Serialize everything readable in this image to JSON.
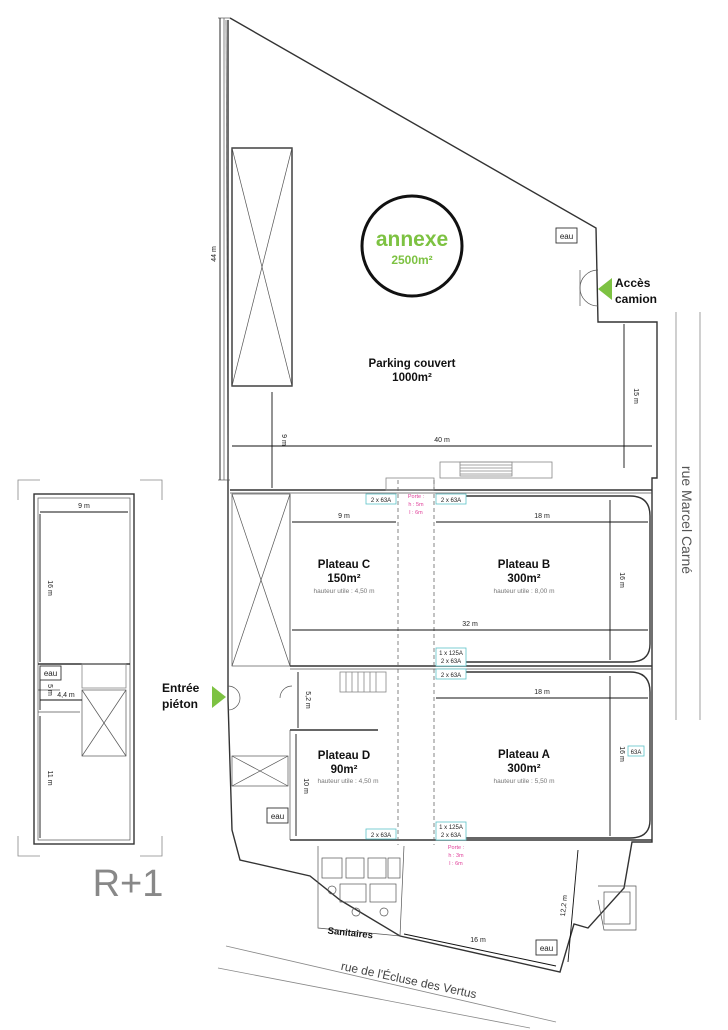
{
  "annexe": {
    "title": "annexe",
    "area": "2500m²"
  },
  "parking": {
    "name": "Parking couvert",
    "area": "1000m²"
  },
  "plateaux": {
    "a": {
      "name": "Plateau A",
      "area": "300m²",
      "height": "hauteur utile : 5,50 m"
    },
    "b": {
      "name": "Plateau B",
      "area": "300m²",
      "height": "hauteur utile : 8,00 m"
    },
    "c": {
      "name": "Plateau C",
      "area": "150m²",
      "height": "hauteur utile : 4,50 m"
    },
    "d": {
      "name": "Plateau D",
      "area": "90m²",
      "height": "hauteur utile : 4,50 m"
    }
  },
  "access": {
    "truck_line1": "Accès",
    "truck_line2": "camion",
    "pedestrian_line1": "Entrée",
    "pedestrian_line2": "piéton"
  },
  "streets": {
    "east": "rue Marcel Carné",
    "south": "rue de l'Écluse des Vertus"
  },
  "rooms": {
    "sanitaires": "Sanitaires",
    "eau": "eau"
  },
  "level": "R+1",
  "dimensions": {
    "d44": "44 m",
    "d40": "40 m",
    "d15": "15 m",
    "d9a": "9 m",
    "d9b": "9 m",
    "d18a": "18 m",
    "d16a": "16 m",
    "d32": "32 m",
    "d18b": "18 m",
    "d16b": "16 m",
    "d52": "5,2 m",
    "d10": "10 m",
    "d122": "12,2 m",
    "d16c": "16 m",
    "r1_9": "9 m",
    "r1_16": "16 m",
    "r1_5": "5 m",
    "r1_44": "4,4 m",
    "r1_11": "11 m"
  },
  "power": {
    "t1": "2 x 63A",
    "t2": "2 x 63A",
    "t3a": "1 x 125A",
    "t3b": "2 x 63A",
    "t4": "2 x 63A",
    "t5": "63A",
    "t6": "2 x 63A",
    "t7a": "1 x 125A",
    "t7b": "2 x 63A"
  },
  "doors": {
    "top": {
      "l1": "Porte :",
      "l2": "h : 5m",
      "l3": "l : 6m"
    },
    "bottom": {
      "l1": "Porte :",
      "l2": "h : 3m",
      "l3": "l : 6m"
    }
  },
  "colors": {
    "accent": "#7dc242",
    "tag_border": "#5cc3c9",
    "door_text": "#e0409a"
  }
}
